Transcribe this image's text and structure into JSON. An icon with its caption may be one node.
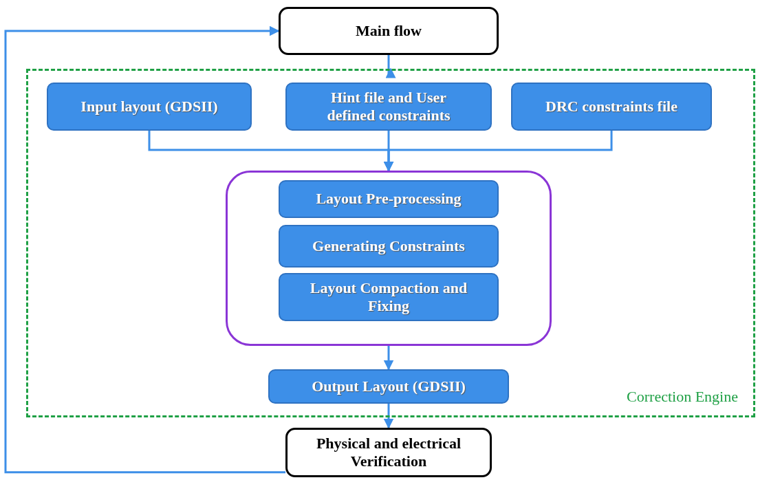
{
  "diagram": {
    "nodes": [
      {
        "text": [
          "Main flow"
        ]
      },
      {
        "text": [
          "Correction Engine"
        ]
      },
      {
        "text": [
          "Input layout (GDSII)"
        ],
        "in": 1
      },
      {
        "text": [
          "Hint file and User defined constraints"
        ],
        "in": 1
      },
      {
        "text": [
          "DRC constraints file"
        ],
        "in": 1
      },
      {
        "text": [],
        "shape": "box",
        "in": 1
      },
      {
        "text": [
          "Layout Pre-processing"
        ],
        "in": 5
      },
      {
        "text": [
          "Generating Constraints"
        ],
        "in": 5
      },
      {
        "text": [
          "Layout Compaction and Fixing"
        ],
        "in": 5
      },
      {
        "text": [
          "Output Layout (GDSII)"
        ],
        "in": 1
      },
      {
        "text": [
          "Physical and electrical Verification"
        ]
      }
    ],
    "edges": [
      {
        "from": 0,
        "to": 1,
        "arrow": "to"
      },
      {
        "from": 2,
        "to": 5,
        "arrow": "to"
      },
      {
        "from": 3,
        "to": 5,
        "arrow": "to"
      },
      {
        "from": 4,
        "to": 5,
        "arrow": "to"
      },
      {
        "from": 5,
        "to": 9,
        "arrow": "to"
      },
      {
        "from": 9,
        "to": 10,
        "arrow": "to"
      },
      {
        "from": 10,
        "to": 0,
        "arrow": "to"
      }
    ]
  }
}
